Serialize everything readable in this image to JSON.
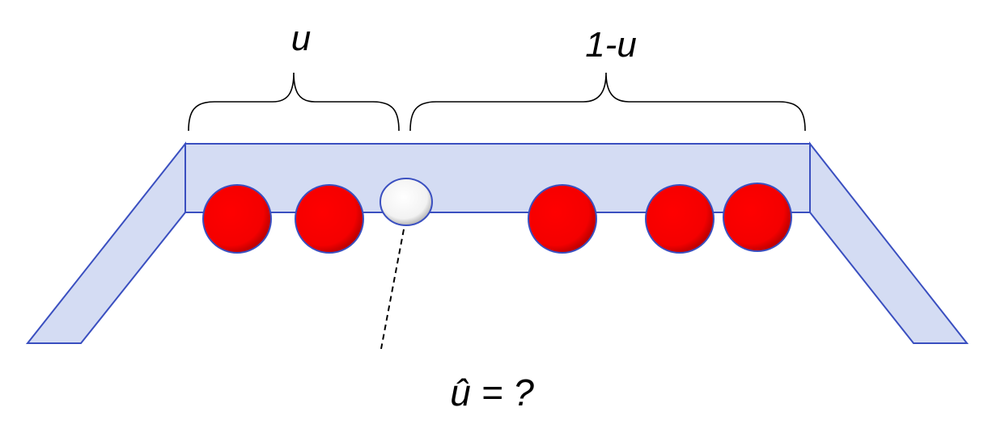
{
  "labels": {
    "left_brace": "u",
    "right_brace": "1-u",
    "question": "û = ?"
  },
  "colors": {
    "track_fill": "#d4dcf3",
    "track_stroke": "#3a4fc0",
    "red_ball": "#ff0000",
    "white_ball": "#ffffff",
    "brace": "#000000"
  },
  "balls": {
    "red_count_left": 2,
    "red_count_right": 3,
    "unknown_ball": "white"
  }
}
